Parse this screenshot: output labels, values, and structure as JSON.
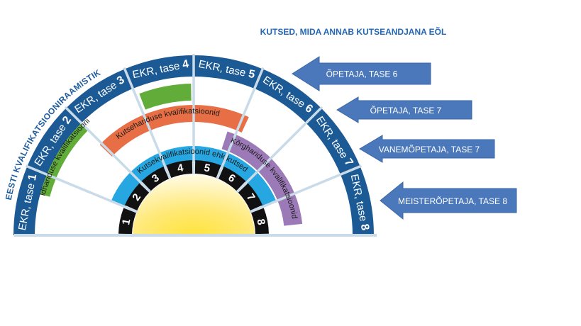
{
  "header": {
    "title": "KUTSED, MIDA ANNAB KUTSEANDJANA EÕL",
    "framework_title": "EESTI KVALIFIKATSIOONIRAAMISTIK"
  },
  "ekr_levels": [
    {
      "prefix": "EKR, tase",
      "number": "1"
    },
    {
      "prefix": "EKR, tase",
      "number": "2"
    },
    {
      "prefix": "EKR, tase",
      "number": "3"
    },
    {
      "prefix": "EKR, tase",
      "number": "4"
    },
    {
      "prefix": "EKR, tase",
      "number": "5"
    },
    {
      "prefix": "EKR, tase",
      "number": "6"
    },
    {
      "prefix": "EKR, tase",
      "number": "7"
    },
    {
      "prefix": "EKR, tase",
      "number": "8"
    }
  ],
  "qualification_bands": {
    "general": "Üldhariduse kvalifikatsioonid",
    "vocational": "Kutsehariduse kvalifikatsioonid",
    "professional": "Kutsekvalifikatsioonid ehk kutsed",
    "higher": "Kõrghariduse kvalifikatsioonid"
  },
  "inner_numbers": [
    "1",
    "2",
    "3",
    "4",
    "5",
    "6",
    "7",
    "8"
  ],
  "arrows": [
    {
      "label": "ÕPETAJA, TASE 6"
    },
    {
      "label": "ÕPETAJA, TASE 7"
    },
    {
      "label": "VANEMÕPETAJA, TASE 7"
    },
    {
      "label": "MEISTERÕPETAJA, TASE 8"
    }
  ],
  "colors": {
    "ekr_band": "#1b5a94",
    "general": "#62ad3a",
    "vocational": "#e86e45",
    "professional": "#27a7e1",
    "higher": "#9c7ab8",
    "numbers": "#111111",
    "arrow": "#4a78bb",
    "divider": "#c9dbe8",
    "title": "#2367b6"
  }
}
